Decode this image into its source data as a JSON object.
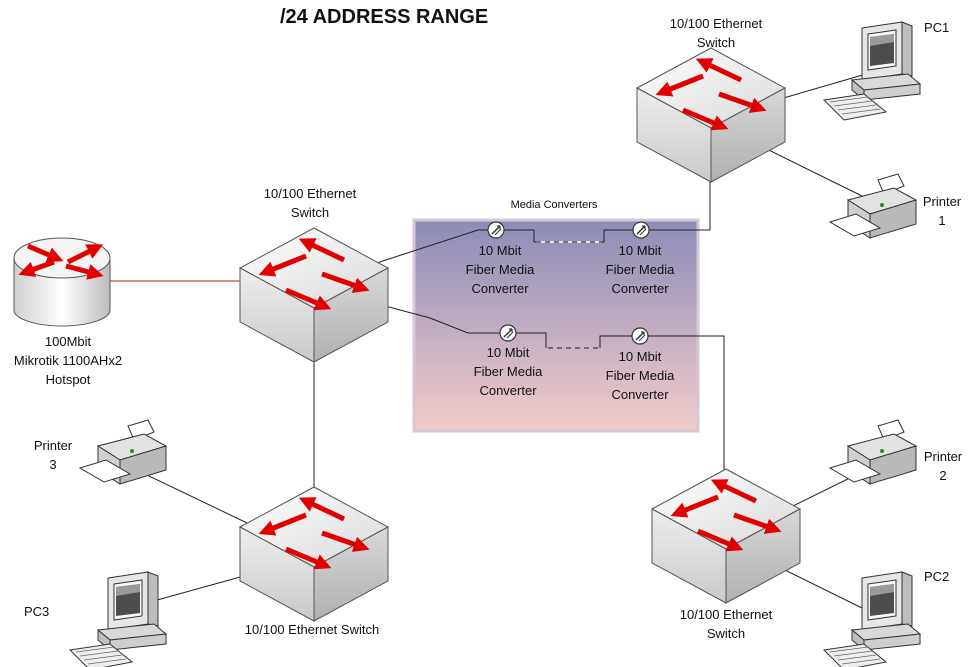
{
  "title": "/24 ADDRESS RANGE",
  "colors": {
    "background": "#ffffff",
    "arrow": "#e00000",
    "line": "#222222",
    "router_link": "#b5561a",
    "converter_panel_top": "#8c8cb6",
    "converter_panel_bottom": "#f2cccc"
  },
  "devices": {
    "router": {
      "label": "100Mbit\nMikrotik 1100AHx2\nHotspot",
      "icon": "router-icon"
    },
    "switch_center": {
      "label": "10/100 Ethernet\nSwitch",
      "icon": "switch-icon"
    },
    "switch_top_right": {
      "label": "10/100 Ethernet\nSwitch",
      "icon": "switch-icon"
    },
    "switch_bottom_left": {
      "label": "10/100 Ethernet Switch",
      "icon": "switch-icon"
    },
    "switch_bottom_right": {
      "label": "10/100 Ethernet\nSwitch",
      "icon": "switch-icon"
    },
    "pc1": {
      "label": "PC1",
      "icon": "desktop-pc-icon"
    },
    "pc2": {
      "label": "PC2",
      "icon": "desktop-pc-icon"
    },
    "pc3": {
      "label": "PC3",
      "icon": "desktop-pc-icon"
    },
    "printer1": {
      "label": "Printer\n1",
      "icon": "printer-icon"
    },
    "printer2": {
      "label": "Printer\n2",
      "icon": "printer-icon"
    },
    "printer3": {
      "label": "Printer\n3",
      "icon": "printer-icon"
    }
  },
  "media_converters": {
    "group_label": "Media Converters",
    "top_left": {
      "label": "10 Mbit\nFiber Media\nConverter",
      "icon": "media-converter-icon"
    },
    "top_right": {
      "label": "10 Mbit\nFiber Media\nConverter",
      "icon": "media-converter-icon"
    },
    "bottom_left": {
      "label": "10 Mbit\nFiber Media\nConverter",
      "icon": "media-converter-icon"
    },
    "bottom_right": {
      "label": "10 Mbit\nFiber Media\nConverter",
      "icon": "media-converter-icon"
    }
  }
}
